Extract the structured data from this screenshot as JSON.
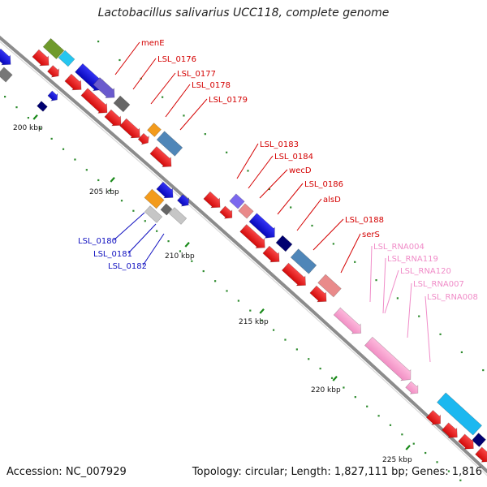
{
  "title": "Lactobacillus salivarius UCC118, complete genome",
  "footer": {
    "accession": "Accession: NC_007929",
    "summary": "Topology: circular; Length: 1,827,111 bp; Genes: 1,816"
  },
  "colors": {
    "backbone": "#9a9a9a",
    "gc_dots": "#2e8b2e",
    "label_red": "#d40000",
    "label_blue": "#1010c0",
    "label_pink": "#f08cc8"
  },
  "tick_labels": [
    "200 kbp",
    "205 kbp",
    "210 kbp",
    "215 kbp",
    "220 kbp",
    "225 kbp"
  ],
  "gene_labels": [
    {
      "text": "menE",
      "color": "red"
    },
    {
      "text": "LSL_0176",
      "color": "red"
    },
    {
      "text": "LSL_0177",
      "color": "red"
    },
    {
      "text": "LSL_0178",
      "color": "red"
    },
    {
      "text": "LSL_0179",
      "color": "red"
    },
    {
      "text": "LSL_0183",
      "color": "red"
    },
    {
      "text": "LSL_0184",
      "color": "red"
    },
    {
      "text": "wecD",
      "color": "red"
    },
    {
      "text": "LSL_0186",
      "color": "red"
    },
    {
      "text": "alsD",
      "color": "red"
    },
    {
      "text": "LSL_0188",
      "color": "red"
    },
    {
      "text": "serS",
      "color": "red"
    },
    {
      "text": "LSL_RNA004",
      "color": "pink"
    },
    {
      "text": "LSL_RNA119",
      "color": "pink"
    },
    {
      "text": "LSL_RNA120",
      "color": "pink"
    },
    {
      "text": "LSL_RNA007",
      "color": "pink"
    },
    {
      "text": "LSL_RNA008",
      "color": "pink"
    },
    {
      "text": "LSL_0180",
      "color": "blue"
    },
    {
      "text": "LSL_0181",
      "color": "blue"
    },
    {
      "text": "LSL_0182",
      "color": "blue"
    }
  ]
}
